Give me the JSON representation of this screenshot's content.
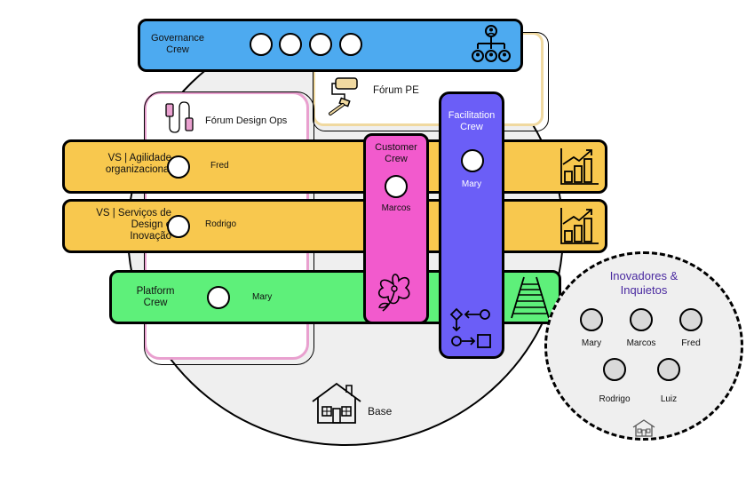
{
  "governance": {
    "label": "Governance\nCrew"
  },
  "forum_pe": {
    "label": "Fórum PE"
  },
  "forum_design_ops": {
    "label": "Fórum Design Ops"
  },
  "facilitation": {
    "label": "Facilitation\nCrew",
    "member": "Mary"
  },
  "customer": {
    "label": "Customer\nCrew",
    "member": "Marcos"
  },
  "vs_agilidade": {
    "label": "VS | Agilidade\norganizacional",
    "member": "Fred"
  },
  "vs_servicos": {
    "label": "VS | Serviços de\nDesign e\nInovação",
    "member": "Rodrigo"
  },
  "platform": {
    "label": "Platform\nCrew",
    "member": "Mary"
  },
  "base": {
    "label": "Base"
  },
  "inovadores": {
    "title": "Inovadores &\nInquietos",
    "members": [
      "Mary",
      "Marcos",
      "Fred",
      "Rodrigo",
      "Luiz"
    ]
  },
  "colors": {
    "governance": "#4daaf0",
    "forum_pe_border": "#f0d9a0",
    "forum_design_ops_border": "#e9a0cf",
    "value_stream": "#f8c84e",
    "platform": "#5ef07a",
    "customer": "#f25acd",
    "facilitation": "#6b5ef7",
    "base_circle": "#efefef",
    "inovadores_title": "#4a2aa0"
  }
}
